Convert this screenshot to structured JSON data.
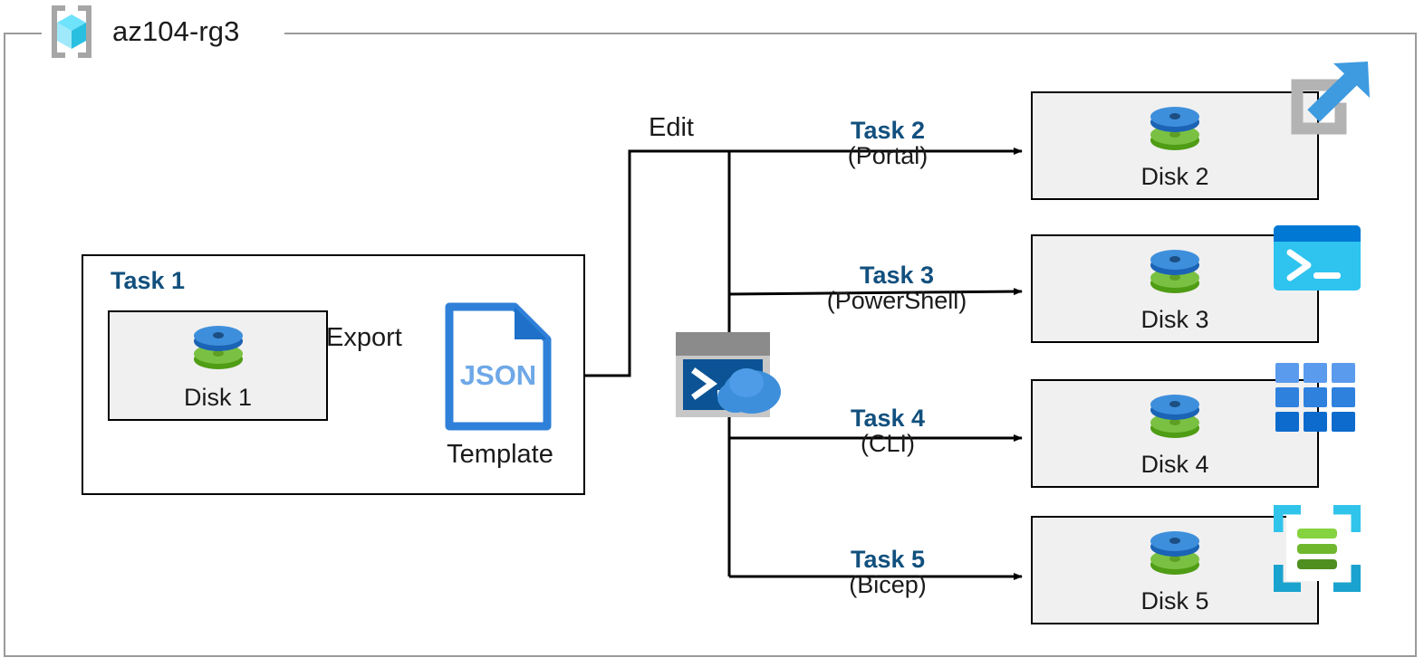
{
  "diagram": {
    "resource_group": {
      "name": "az104-rg3",
      "icon": "resource-group-cube-icon"
    },
    "task1": {
      "label": "Task 1",
      "disk": {
        "label": "Disk 1",
        "icon": "managed-disk-icon"
      },
      "export_label": "Export",
      "template": {
        "file_type": "JSON",
        "label": "Template",
        "icon": "json-file-icon"
      }
    },
    "edit_label": "Edit",
    "cloud_shell": {
      "icon": "azure-cloud-shell-icon"
    },
    "branches": [
      {
        "task": "Task 2",
        "method": "(Portal)",
        "disk": {
          "label": "Disk 2",
          "icon": "managed-disk-icon"
        },
        "tool_icon": "azure-portal-icon"
      },
      {
        "task": "Task 3",
        "method": "(PowerShell)",
        "disk": {
          "label": "Disk 3",
          "icon": "managed-disk-icon"
        },
        "tool_icon": "powershell-icon"
      },
      {
        "task": "Task 4",
        "method": "(CLI)",
        "disk": {
          "label": "Disk 4",
          "icon": "managed-disk-icon"
        },
        "tool_icon": "azure-cli-grid-icon"
      },
      {
        "task": "Task 5",
        "method": "(Bicep)",
        "disk": {
          "label": "Disk 5",
          "icon": "managed-disk-icon"
        },
        "tool_icon": "bicep-template-icon"
      }
    ],
    "colors": {
      "task_blue": "#12507e",
      "json_blue": "#2f80d8",
      "disk_blue": "#3e8fdb",
      "disk_green": "#7ac143",
      "box_fill": "#f0f0f0",
      "frame_gray": "#9a9a9a",
      "powershell_cyan": "#2fc3ef",
      "bicep_cyan": "#31c4ea",
      "bicep_green": "#7ac143"
    }
  }
}
